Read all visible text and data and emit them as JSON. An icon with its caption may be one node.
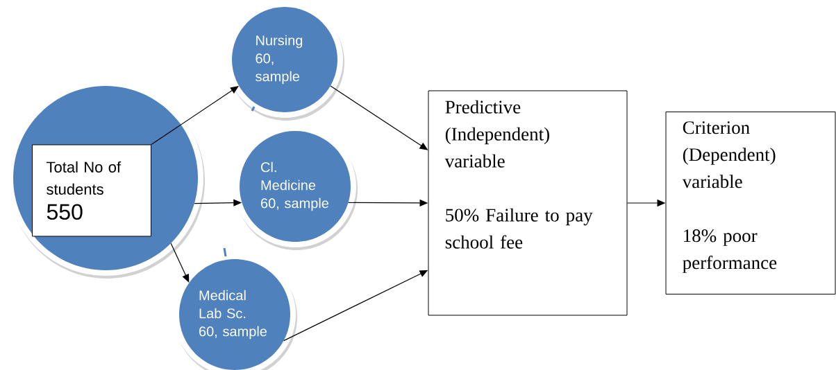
{
  "diagram": {
    "nodes": [
      {
        "text": [],
        "shape": "circle"
      },
      {
        "text": [
          "Total No of students",
          "550"
        ],
        "in": 0
      },
      {
        "text": [
          "Nursing 60, sample"
        ]
      },
      {
        "text": [
          "Cl. Medicine 60, sample"
        ]
      },
      {
        "text": [
          "Medical Lab Sc. 60, sample"
        ]
      },
      {
        "text": [
          "Predictive (Independent) variable",
          "50% Failure to pay school fee"
        ]
      },
      {
        "text": [
          "Criterion (Dependent) variable",
          "18% poor performance"
        ]
      }
    ],
    "edges": [
      {
        "from": 1,
        "to": 2,
        "arrow": "to"
      },
      {
        "from": 0,
        "to": 3,
        "arrow": "to"
      },
      {
        "from": 0,
        "to": 4,
        "arrow": "to"
      },
      {
        "from": 2,
        "to": 5,
        "arrow": "to"
      },
      {
        "from": 3,
        "to": 5,
        "arrow": "to"
      },
      {
        "from": 4,
        "to": 5,
        "arrow": "to"
      },
      {
        "from": 5,
        "to": 6,
        "arrow": "to"
      }
    ]
  }
}
